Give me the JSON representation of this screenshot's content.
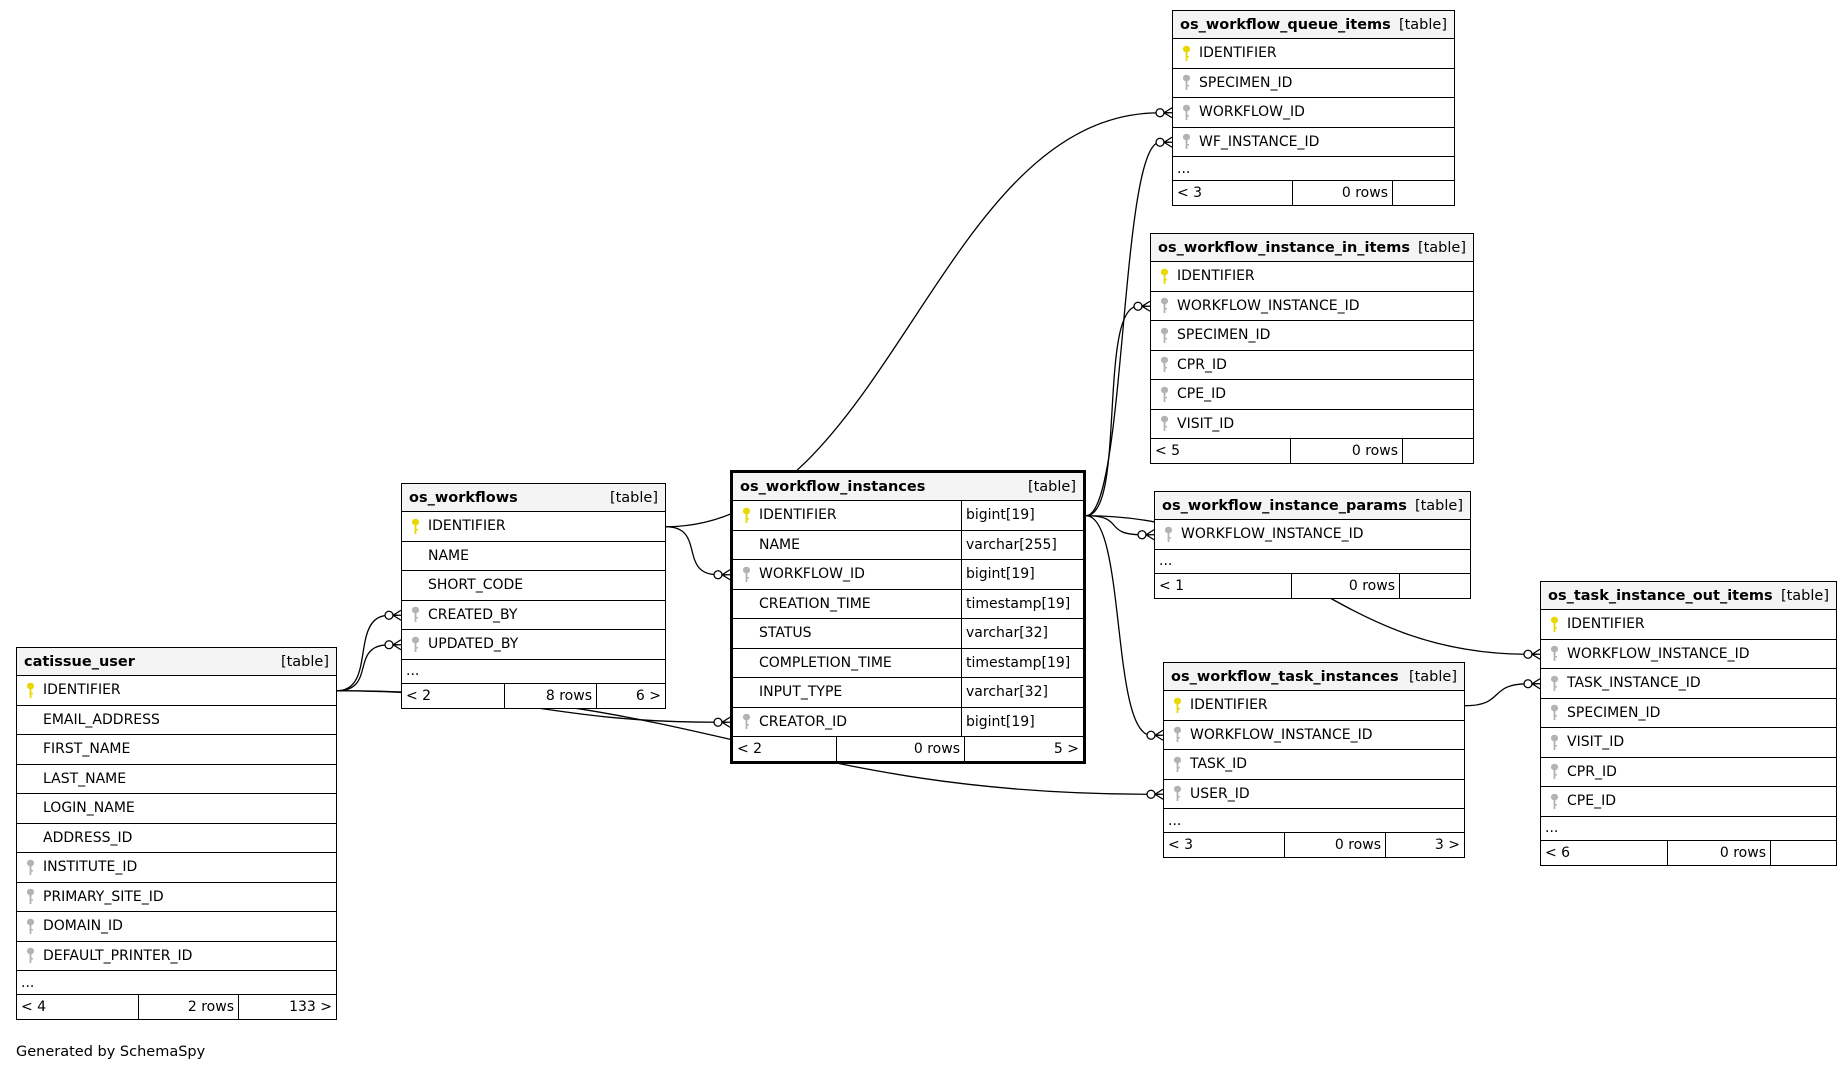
{
  "footer_text": "Generated by SchemaSpy",
  "table_tag": "[table]",
  "tables": {
    "catissue_user": {
      "name": "catissue_user",
      "columns": [
        {
          "name": "IDENTIFIER",
          "key": "pk"
        },
        {
          "name": "EMAIL_ADDRESS",
          "key": ""
        },
        {
          "name": "FIRST_NAME",
          "key": ""
        },
        {
          "name": "LAST_NAME",
          "key": ""
        },
        {
          "name": "LOGIN_NAME",
          "key": ""
        },
        {
          "name": "ADDRESS_ID",
          "key": ""
        },
        {
          "name": "INSTITUTE_ID",
          "key": "fk"
        },
        {
          "name": "PRIMARY_SITE_ID",
          "key": "fk"
        },
        {
          "name": "DOMAIN_ID",
          "key": "fk"
        },
        {
          "name": "DEFAULT_PRINTER_ID",
          "key": "fk"
        }
      ],
      "more": "...",
      "footer": {
        "parents": "< 4",
        "rows": "2 rows",
        "children": "133 >"
      }
    },
    "os_workflows": {
      "name": "os_workflows",
      "columns": [
        {
          "name": "IDENTIFIER",
          "key": "pk"
        },
        {
          "name": "NAME",
          "key": ""
        },
        {
          "name": "SHORT_CODE",
          "key": ""
        },
        {
          "name": "CREATED_BY",
          "key": "fk"
        },
        {
          "name": "UPDATED_BY",
          "key": "fk"
        }
      ],
      "more": "...",
      "footer": {
        "parents": "< 2",
        "rows": "8 rows",
        "children": "6 >"
      }
    },
    "os_workflow_instances": {
      "name": "os_workflow_instances",
      "columns": [
        {
          "name": "IDENTIFIER",
          "key": "pk",
          "type": "bigint[19]"
        },
        {
          "name": "NAME",
          "key": "",
          "type": "varchar[255]"
        },
        {
          "name": "WORKFLOW_ID",
          "key": "fk",
          "type": "bigint[19]"
        },
        {
          "name": "CREATION_TIME",
          "key": "",
          "type": "timestamp[19]"
        },
        {
          "name": "STATUS",
          "key": "",
          "type": "varchar[32]"
        },
        {
          "name": "COMPLETION_TIME",
          "key": "",
          "type": "timestamp[19]"
        },
        {
          "name": "INPUT_TYPE",
          "key": "",
          "type": "varchar[32]"
        },
        {
          "name": "CREATOR_ID",
          "key": "fk",
          "type": "bigint[19]"
        }
      ],
      "footer": {
        "parents": "< 2",
        "rows": "0 rows",
        "children": "5 >"
      }
    },
    "os_workflow_queue_items": {
      "name": "os_workflow_queue_items",
      "columns": [
        {
          "name": "IDENTIFIER",
          "key": "pk"
        },
        {
          "name": "SPECIMEN_ID",
          "key": "fk"
        },
        {
          "name": "WORKFLOW_ID",
          "key": "fk"
        },
        {
          "name": "WF_INSTANCE_ID",
          "key": "fk"
        }
      ],
      "more": "...",
      "footer": {
        "parents": "< 3",
        "rows": "0 rows",
        "children": ""
      }
    },
    "os_workflow_instance_in_items": {
      "name": "os_workflow_instance_in_items",
      "columns": [
        {
          "name": "IDENTIFIER",
          "key": "pk"
        },
        {
          "name": "WORKFLOW_INSTANCE_ID",
          "key": "fk"
        },
        {
          "name": "SPECIMEN_ID",
          "key": "fk"
        },
        {
          "name": "CPR_ID",
          "key": "fk"
        },
        {
          "name": "CPE_ID",
          "key": "fk"
        },
        {
          "name": "VISIT_ID",
          "key": "fk"
        }
      ],
      "footer": {
        "parents": "< 5",
        "rows": "0 rows",
        "children": ""
      }
    },
    "os_workflow_instance_params": {
      "name": "os_workflow_instance_params",
      "columns": [
        {
          "name": "WORKFLOW_INSTANCE_ID",
          "key": "fk"
        }
      ],
      "more": "...",
      "footer": {
        "parents": "< 1",
        "rows": "0 rows",
        "children": ""
      }
    },
    "os_workflow_task_instances": {
      "name": "os_workflow_task_instances",
      "columns": [
        {
          "name": "IDENTIFIER",
          "key": "pk"
        },
        {
          "name": "WORKFLOW_INSTANCE_ID",
          "key": "fk"
        },
        {
          "name": "TASK_ID",
          "key": "fk"
        },
        {
          "name": "USER_ID",
          "key": "fk"
        }
      ],
      "more": "...",
      "footer": {
        "parents": "< 3",
        "rows": "0 rows",
        "children": "3 >"
      }
    },
    "os_task_instance_out_items": {
      "name": "os_task_instance_out_items",
      "columns": [
        {
          "name": "IDENTIFIER",
          "key": "pk"
        },
        {
          "name": "WORKFLOW_INSTANCE_ID",
          "key": "fk"
        },
        {
          "name": "TASK_INSTANCE_ID",
          "key": "fk"
        },
        {
          "name": "SPECIMEN_ID",
          "key": "fk"
        },
        {
          "name": "VISIT_ID",
          "key": "fk"
        },
        {
          "name": "CPR_ID",
          "key": "fk"
        },
        {
          "name": "CPE_ID",
          "key": "fk"
        }
      ],
      "more": "...",
      "footer": {
        "parents": "< 6",
        "rows": "0 rows",
        "children": ""
      }
    }
  },
  "relationships": [
    {
      "from": "catissue_user.IDENTIFIER",
      "to": "os_workflows.CREATED_BY"
    },
    {
      "from": "catissue_user.IDENTIFIER",
      "to": "os_workflows.UPDATED_BY"
    },
    {
      "from": "catissue_user.IDENTIFIER",
      "to": "os_workflow_instances.CREATOR_ID"
    },
    {
      "from": "catissue_user.IDENTIFIER",
      "to": "os_workflow_task_instances.USER_ID"
    },
    {
      "from": "os_workflows.IDENTIFIER",
      "to": "os_workflow_instances.WORKFLOW_ID"
    },
    {
      "from": "os_workflows.IDENTIFIER",
      "to": "os_workflow_queue_items.WORKFLOW_ID"
    },
    {
      "from": "os_workflow_instances.IDENTIFIER",
      "to": "os_workflow_queue_items.WF_INSTANCE_ID"
    },
    {
      "from": "os_workflow_instances.IDENTIFIER",
      "to": "os_workflow_instance_in_items.WORKFLOW_INSTANCE_ID"
    },
    {
      "from": "os_workflow_instances.IDENTIFIER",
      "to": "os_workflow_instance_params.WORKFLOW_INSTANCE_ID"
    },
    {
      "from": "os_workflow_instances.IDENTIFIER",
      "to": "os_workflow_task_instances.WORKFLOW_INSTANCE_ID"
    },
    {
      "from": "os_workflow_instances.IDENTIFIER",
      "to": "os_task_instance_out_items.WORKFLOW_INSTANCE_ID"
    },
    {
      "from": "os_workflow_task_instances.IDENTIFIER",
      "to": "os_task_instance_out_items.TASK_INSTANCE_ID"
    }
  ],
  "colors": {
    "pk_key": "#e8d800",
    "fk_key": "#b3b3b3",
    "header_bg": "#f4f4f4",
    "line": "#000000"
  }
}
